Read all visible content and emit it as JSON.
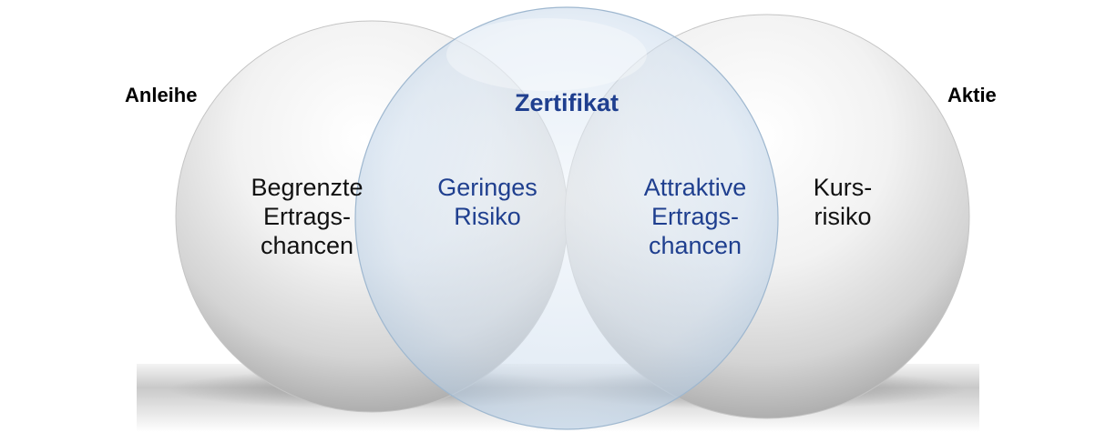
{
  "diagram": {
    "left_label": "Anleihe",
    "right_label": "Aktie",
    "center_title": "Zertifikat",
    "left_region": [
      "Begrenzte",
      "Ertrags-",
      "chancen"
    ],
    "center_left_region": [
      "Geringes",
      "Risiko"
    ],
    "center_right_region": [
      "Attraktive",
      "Ertrags-",
      "chancen"
    ],
    "right_region": [
      "Kurs-",
      "risiko"
    ]
  },
  "colors": {
    "accent_blue": "#1f3f8f",
    "text_black": "#111111",
    "sphere_light": "#ffffff",
    "sphere_shade": "#b8b8b8",
    "glass_tint": "#d6e4f2"
  }
}
